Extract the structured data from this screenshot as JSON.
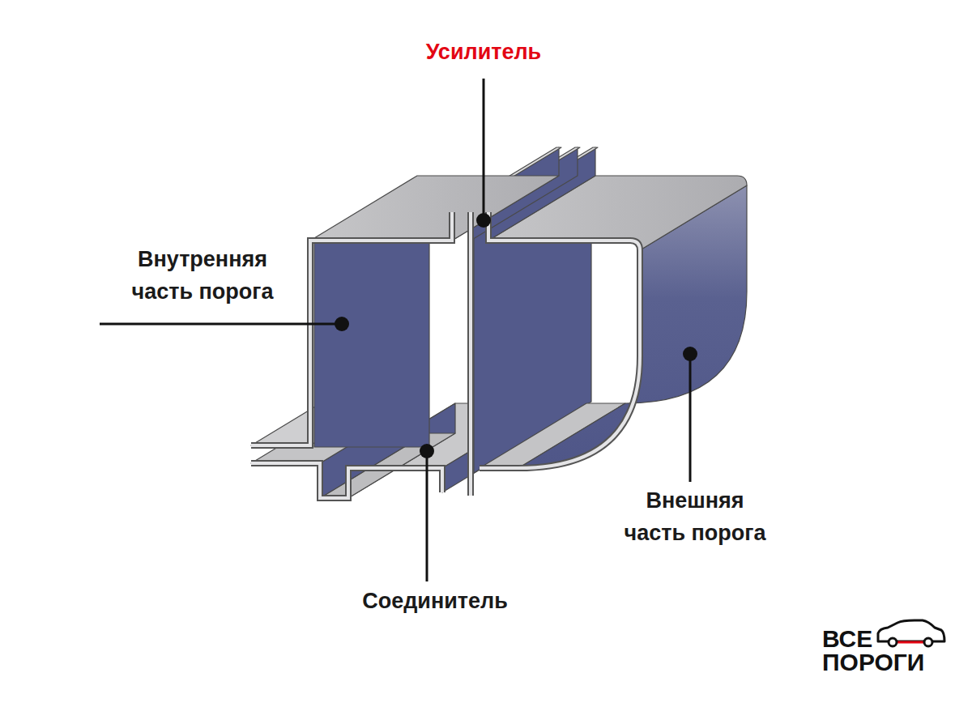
{
  "diagram": {
    "labels": [
      "Усилитель",
      "Внутренняя часть порога",
      "Внешняя часть порога",
      "Соединитель",
      "ВСЕ",
      "ПОРОГИ"
    ]
  }
}
